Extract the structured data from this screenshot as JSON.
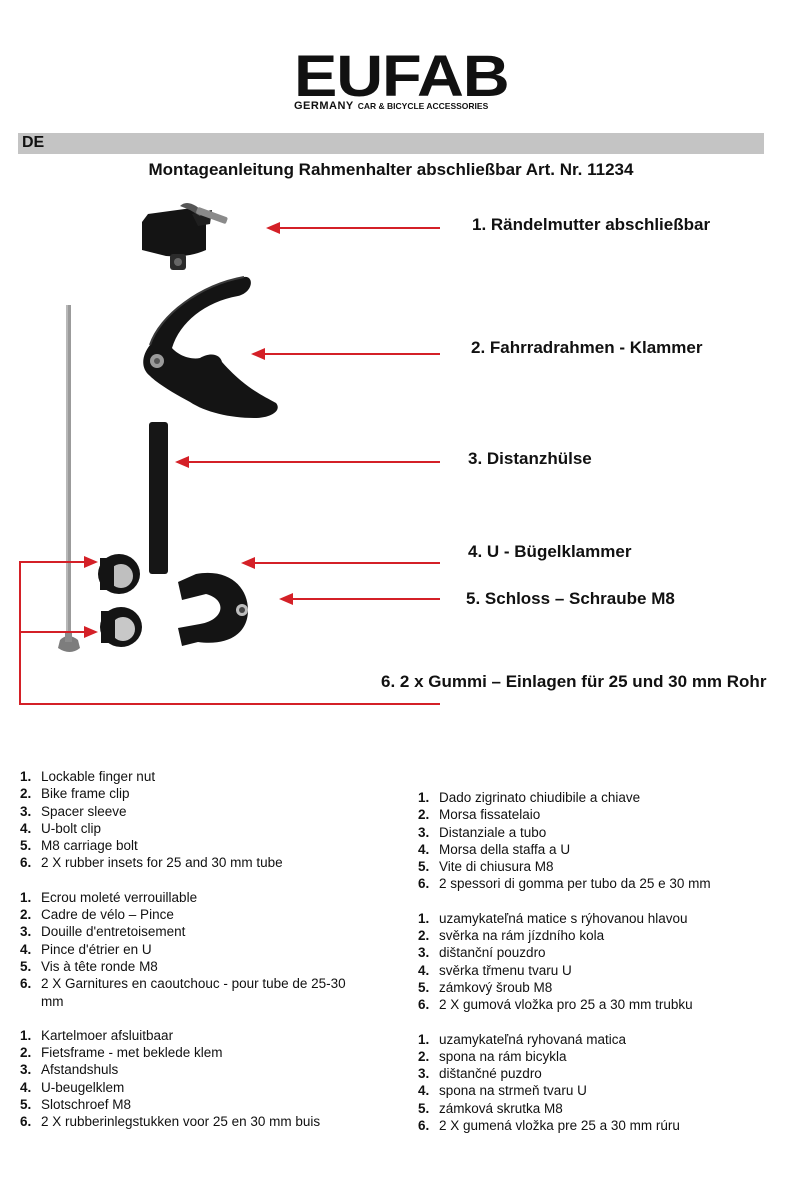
{
  "brand": {
    "name": "EUFAB",
    "country": "GERMANY",
    "tagline": "CAR & BICYCLE ACCESSORIES"
  },
  "language": "DE",
  "title": "Montageanleitung  Rahmenhalter abschließbar Art. Nr. 11234",
  "parts": [
    "1. Rändelmutter abschließbar",
    "2. Fahrradrahmen - Klammer",
    "3. Distanzhülse",
    "4. U - Bügelklammer",
    "5. Schloss – Schraube M8",
    "6. 2 x Gummi – Einlagen für 25 und 30 mm Rohr"
  ],
  "left_lists": [
    [
      {
        "n": "1.",
        "t": "Lockable finger nut"
      },
      {
        "n": "2.",
        "t": "Bike frame clip"
      },
      {
        "n": "3.",
        "t": "Spacer sleeve"
      },
      {
        "n": "4.",
        "t": "U-bolt clip"
      },
      {
        "n": "5.",
        "t": "M8 carriage bolt"
      },
      {
        "n": "6.",
        "t": "2 X rubber insets for 25 and 30 mm tube"
      }
    ],
    [
      {
        "n": "1.",
        "t": "Ecrou moleté verrouillable"
      },
      {
        "n": "2.",
        "t": "Cadre de vélo – Pince"
      },
      {
        "n": "3.",
        "t": "Douille d'entretoisement"
      },
      {
        "n": "4.",
        "t": "Pince d'étrier en U"
      },
      {
        "n": "5.",
        "t": "Vis à tête ronde M8"
      },
      {
        "n": "6.",
        "t": "2 X Garnitures en caoutchouc - pour tube de 25-30 mm"
      }
    ],
    [
      {
        "n": "1.",
        "t": "Kartelmoer afsluitbaar"
      },
      {
        "n": "2.",
        "t": "Fietsframe - met beklede klem"
      },
      {
        "n": "3.",
        "t": "Afstandshuls"
      },
      {
        "n": "4.",
        "t": "U-beugelklem"
      },
      {
        "n": "5.",
        "t": "Slotschroef M8"
      },
      {
        "n": "6.",
        "t": "2 X rubberinlegstukken voor 25 en 30 mm buis"
      }
    ]
  ],
  "right_lists": [
    [
      {
        "n": "1.",
        "t": "Dado zigrinato chiudibile a chiave"
      },
      {
        "n": "2.",
        "t": "Morsa fissatelaio"
      },
      {
        "n": "3.",
        "t": "Distanziale a tubo"
      },
      {
        "n": "4.",
        "t": "Morsa della staffa a U"
      },
      {
        "n": "5.",
        "t": "Vite di chiusura  M8"
      },
      {
        "n": "6.",
        "t": "2 spessori di gomma per tubo da 25 e 30 mm"
      }
    ],
    [
      {
        "n": "1.",
        "t": "uzamykateľná matice s rýhovanou hlavou"
      },
      {
        "n": "2.",
        "t": "svěrka na rám jízdního kola"
      },
      {
        "n": "3.",
        "t": "dištanční pouzdro"
      },
      {
        "n": "4.",
        "t": "svěrka třmenu tvaru U"
      },
      {
        "n": "5.",
        "t": "zámkový šroub M8"
      },
      {
        "n": "6.",
        "t": "2 X gumová vložka pro 25 a 30 mm trubku"
      }
    ],
    [
      {
        "n": "1.",
        "t": "uzamykateľná ryhovaná matica"
      },
      {
        "n": "2.",
        "t": "spona na rám bicykla"
      },
      {
        "n": "3.",
        "t": "dištančné puzdro"
      },
      {
        "n": "4.",
        "t": "spona na strmeň tvaru U"
      },
      {
        "n": "5.",
        "t": "zámková skrutka M8"
      },
      {
        "n": "6.",
        "t": "2 X gumená vložka pre 25 a 30 mm rúru"
      }
    ]
  ],
  "colors": {
    "arrow": "#d42027",
    "lang_bar": "#c4c4c4",
    "part": "#141414"
  }
}
